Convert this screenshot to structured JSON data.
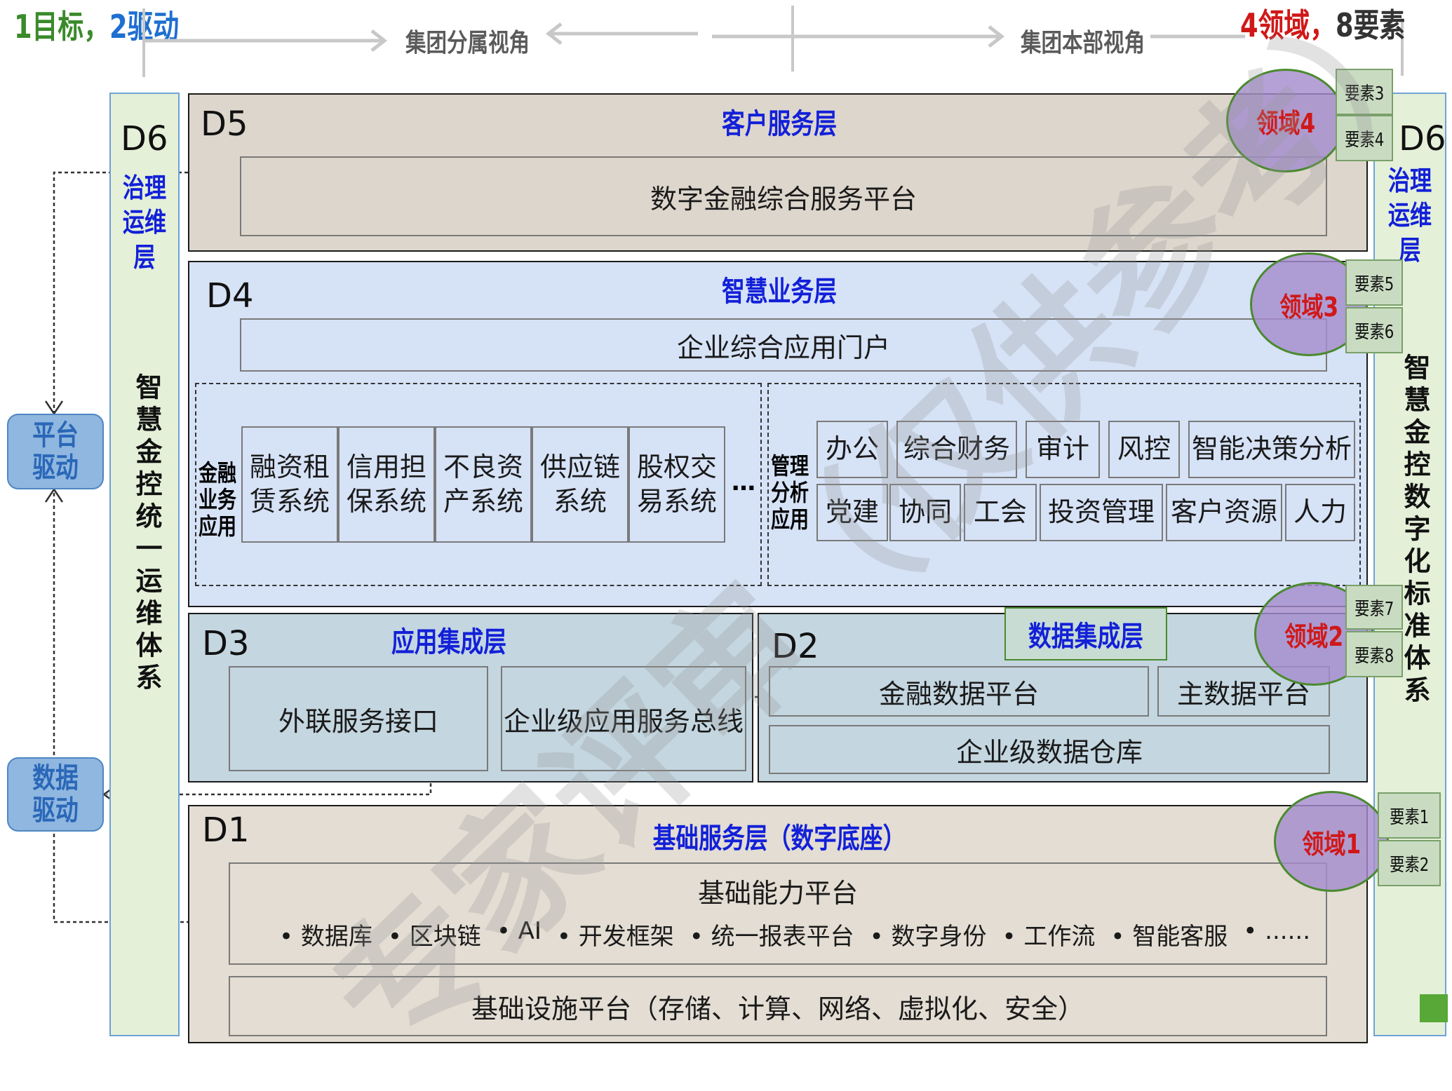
{
  "header": {
    "goal_num": "1",
    "goal_text": "目标，",
    "drive_num": "2",
    "drive_text": "驱动",
    "perspective_subsidiary": "集团分属视角",
    "perspective_hq": "集团本部视角",
    "domains_num": "4",
    "domains_text": "领域，",
    "elements_text": "8要素"
  },
  "left_drivers": {
    "platform": [
      "平台",
      "驱动"
    ],
    "data": [
      "数据",
      "驱动"
    ]
  },
  "d6_left": {
    "label": "D6",
    "title": [
      "治理",
      "运维",
      "层"
    ],
    "vertical": "智慧金控统一运维体系"
  },
  "d6_right": {
    "label": "D6",
    "title": [
      "治理",
      "运维",
      "层"
    ],
    "vertical": "智慧金控数字化标准体系"
  },
  "d5": {
    "label": "D5",
    "title": "客户服务层",
    "platform": "数字金融综合服务平台"
  },
  "d4": {
    "label": "D4",
    "title": "智慧业务层",
    "portal": "企业综合应用门户",
    "financial": {
      "label": [
        "金融",
        "业务",
        "应用"
      ],
      "systems": [
        [
          "融资租",
          "赁系统"
        ],
        [
          "信用担",
          "保系统"
        ],
        [
          "不良资",
          "产系统"
        ],
        [
          "供应链",
          "系统"
        ],
        [
          "股权交",
          "易系统"
        ]
      ],
      "more": "…"
    },
    "management": {
      "label": [
        "管理",
        "分析",
        "应用"
      ],
      "row1": [
        "办公",
        "综合财务",
        "审计",
        "风控",
        "智能决策分析"
      ],
      "row2": [
        "党建",
        "协同",
        "工会",
        "投资管理",
        "客户资源",
        "人力"
      ]
    }
  },
  "d3": {
    "label": "D3",
    "title": "应用集成层",
    "items": [
      "外联服务接口",
      "企业级应用服务总线"
    ]
  },
  "d2": {
    "label": "D2",
    "title": "数据集成层",
    "items": [
      "金融数据平台",
      "主数据平台",
      "企业级数据仓库"
    ]
  },
  "d1": {
    "label": "D1",
    "title": "基础服务层（数字底座）",
    "capability": {
      "title": "基础能力平台",
      "items": [
        "数据库",
        "区块链",
        "AI",
        "开发框架",
        "统一报表平台",
        "数字身份",
        "工作流",
        "智能客服",
        "......"
      ]
    },
    "infrastructure": "基础设施平台（存储、计算、网络、虚拟化、安全）"
  },
  "domains": {
    "d4": "领域4",
    "d3": "领域3",
    "d2": "领域2",
    "d1": "领域1"
  },
  "elements": {
    "e1": "要素1",
    "e2": "要素2",
    "e3": "要素3",
    "e4": "要素4",
    "e5": "要素5",
    "e6": "要素6",
    "e7": "要素7",
    "e8": "要素8"
  },
  "watermark": "专家评审（仅供参考）",
  "colors": {
    "green_header": "#3a8a2a",
    "blue_header": "#1e6fd0",
    "red_domain": "#d01818",
    "layer_title_blue": "#1220d8"
  }
}
